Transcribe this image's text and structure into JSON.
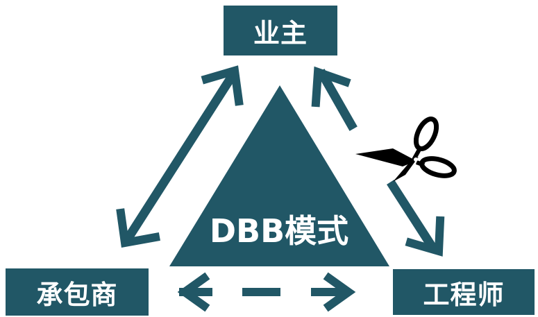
{
  "nodes": {
    "owner": "业主",
    "contractor": "承包商",
    "engineer": "工程师"
  },
  "center_label": "DBB模式",
  "colors": {
    "primary": "#215766",
    "background": "#ffffff",
    "text_on_primary": "#ffffff",
    "scissors": "#000000"
  },
  "icons": [
    "scissors-icon"
  ]
}
